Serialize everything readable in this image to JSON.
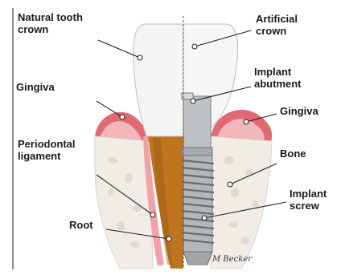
{
  "labels": {
    "natural_crown": "Natural tooth\ncrown",
    "gingiva_left": "Gingiva",
    "periodontal_ligament": "Periodontal\nligament",
    "root": "Root",
    "artificial_crown": "Artificial\ncrown",
    "implant_abutment": "Implant\nabutment",
    "gingiva_right": "Gingiva",
    "bone": "Bone",
    "implant_screw": "Implant\nscrew"
  },
  "signature": "M Becker",
  "colors": {
    "gum": "#e06a72",
    "gum_light": "#f5c9cc",
    "bone": "#f2eee9",
    "root": "#c0741e",
    "root_dark": "#8a4f12",
    "crown": "#f4f4f2",
    "metal": "#b9bcbf",
    "metal_dark": "#6f7275"
  }
}
